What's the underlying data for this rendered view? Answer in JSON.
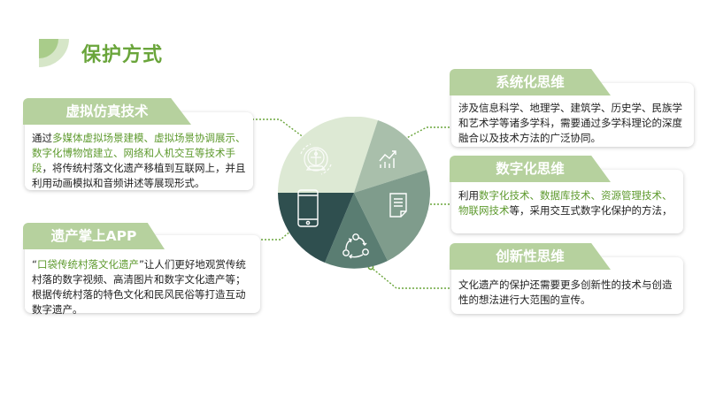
{
  "page": {
    "title": "保护方式"
  },
  "colors": {
    "accent_green": "#6aa53b",
    "tab_green": "#b6d19e",
    "highlight_text": "#5e9a2e",
    "pie_slices": [
      "#dde9d4",
      "#a9bfab",
      "#7f9c8c",
      "#5a7d72",
      "#2f4f4f"
    ],
    "connector": "#6aa53b"
  },
  "cards": {
    "virtual": {
      "title": "虚拟仿真技术",
      "segments": [
        {
          "text": "通过",
          "hl": false
        },
        {
          "text": "多媒体虚拟场景建模、虚拟场景协调展示、数字化博物馆建立、网络和人机交互等技术手段",
          "hl": true
        },
        {
          "text": "，将传统村落文化遗产移植到互联网上，并且利用动画模拟和音频讲述等展现形式。",
          "hl": false
        }
      ]
    },
    "app": {
      "title": "遗产掌上APP",
      "segments": [
        {
          "text": "“",
          "hl": false
        },
        {
          "text": "口袋传统村落文化遗产",
          "hl": true
        },
        {
          "text": "”让人们更好地观赏传统村落的数字视频、高清图片和数字文化遗产等；根据传统村落的特色文化和民风民俗等打造互动数字遗产。",
          "hl": false
        }
      ]
    },
    "system": {
      "title": "系统化思维",
      "segments": [
        {
          "text": "涉及信息科学、地理学、建筑学、历史学、民族学和艺术学等诸多学科，需要通过多学科理论的深度融合以及技术方法的广泛协同。",
          "hl": false
        }
      ]
    },
    "digital": {
      "title": "数字化思维",
      "segments": [
        {
          "text": "利用",
          "hl": false
        },
        {
          "text": "数字化技术、数据库技术、资源管理技术、物联网技术",
          "hl": true
        },
        {
          "text": "等，采用交互式数字化保护的方法，",
          "hl": false
        }
      ]
    },
    "innovation": {
      "title": "创新性思维",
      "segments": [
        {
          "text": "文化遗产的保护还需要更多创新性的技术与创造性的想法进行大范围的宣传。",
          "hl": false
        }
      ]
    }
  },
  "pie": {
    "slices": [
      {
        "name": "virtual-simulation",
        "icon": "vr-headset-icon"
      },
      {
        "name": "systematic-thinking",
        "icon": "growth-chart-icon"
      },
      {
        "name": "digital-thinking",
        "icon": "document-icon"
      },
      {
        "name": "innovative-thinking",
        "icon": "cycle-arrows-icon"
      },
      {
        "name": "heritage-app",
        "icon": "tablet-icon"
      }
    ]
  }
}
